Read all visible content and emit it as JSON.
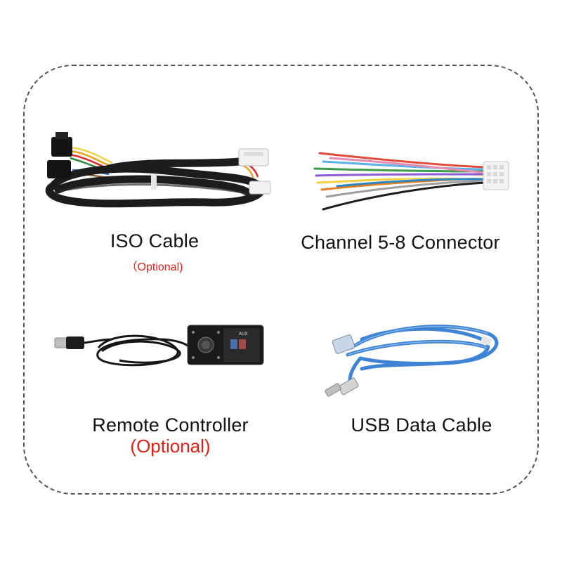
{
  "items": [
    {
      "label": "ISO Cable",
      "sublabel": "（Optional)"
    },
    {
      "label": "Channel 5-8 Connector",
      "sublabel": ""
    },
    {
      "label": "Remote Controller",
      "sublabel": "(Optional)"
    },
    {
      "label": "USB Data Cable",
      "sublabel": ""
    }
  ],
  "remote_screen": {
    "text": "AUX"
  },
  "colors": {
    "optional_text": "#e0201b",
    "frame_border": "#555555",
    "cable_black": "#1c1c1c",
    "usb_blue": "#3f83d6"
  }
}
